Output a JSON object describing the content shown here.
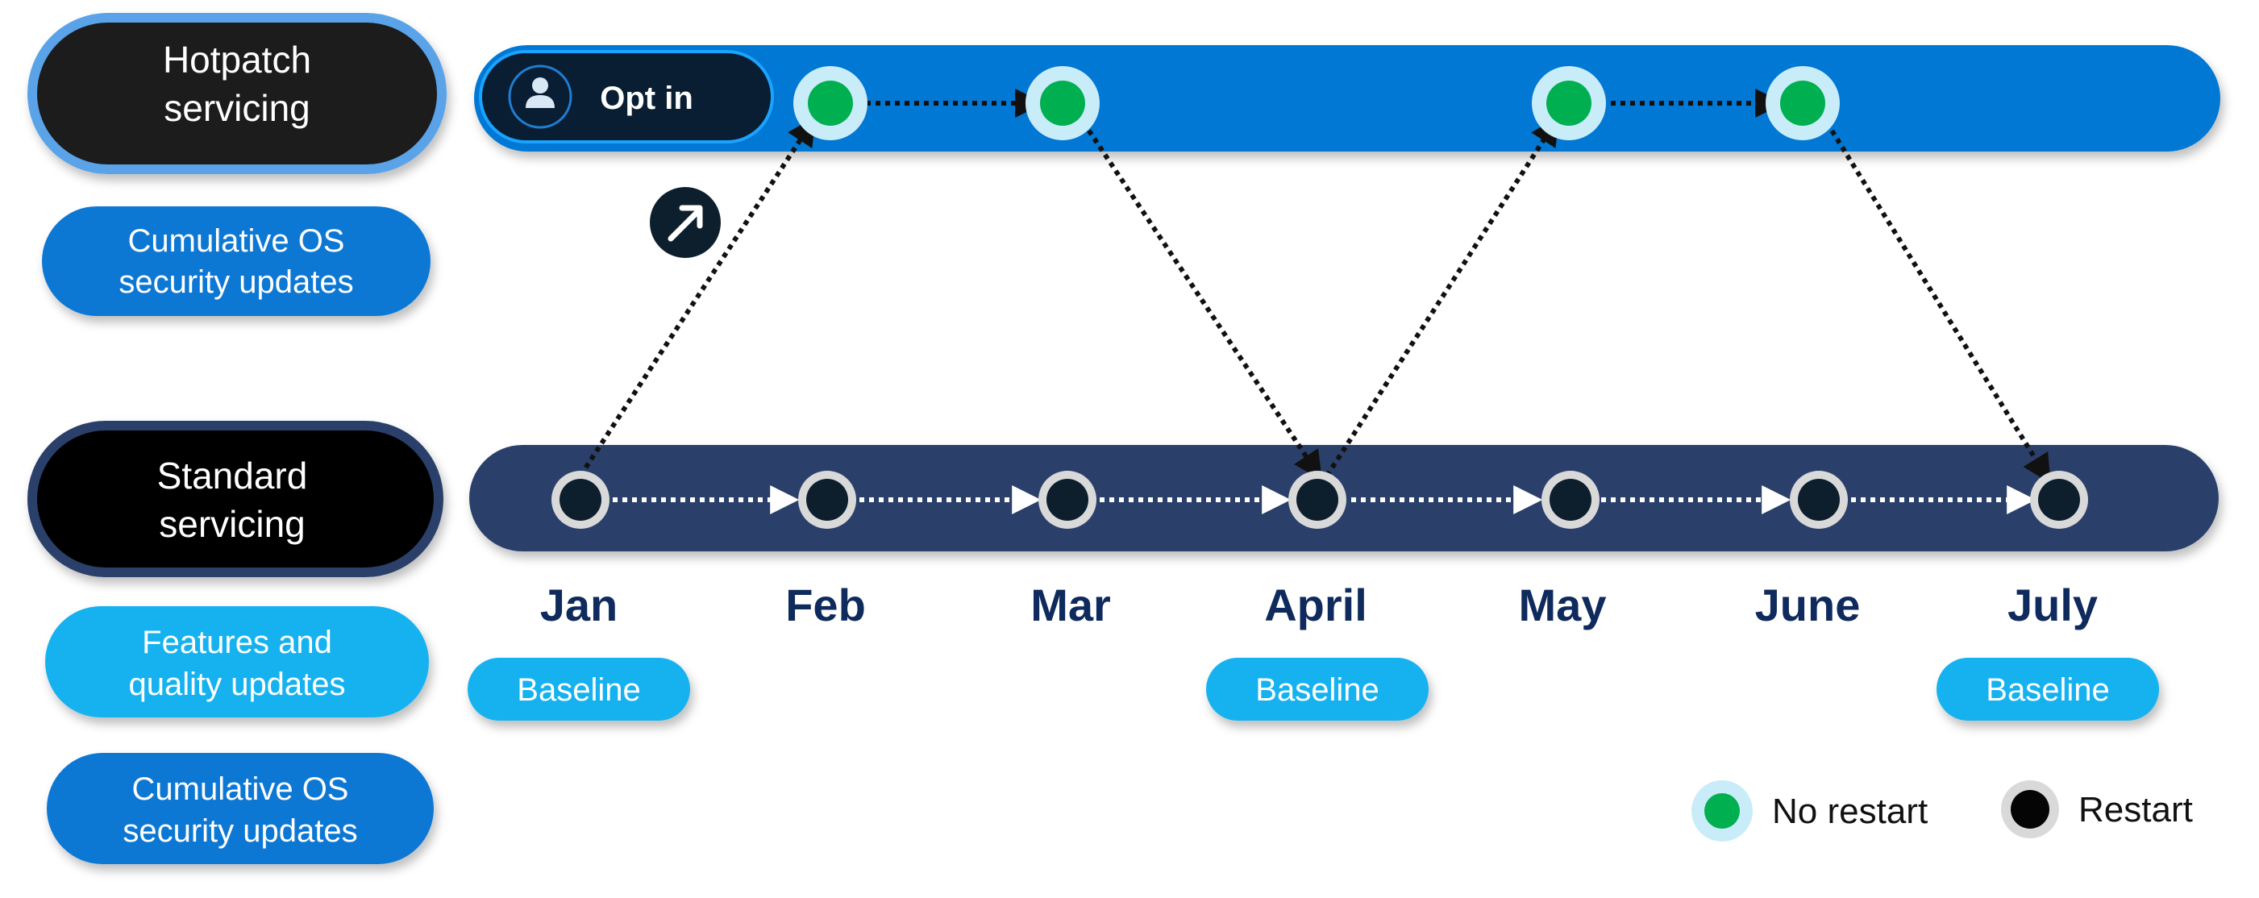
{
  "labels": {
    "hotpatch": {
      "line1": "Hotpatch",
      "line2": "servicing"
    },
    "hotpatch_sub": {
      "line1": "Cumulative OS",
      "line2": "security updates"
    },
    "standard": {
      "line1": "Standard",
      "line2": "servicing"
    },
    "standard_features": {
      "line1": "Features and",
      "line2": "quality updates"
    },
    "standard_security": {
      "line1": "Cumulative OS",
      "line2": "security updates"
    }
  },
  "opt_in": {
    "label": "Opt in",
    "icon": "person-icon"
  },
  "transition_icon": "arrow-up-right-icon",
  "months": [
    "Jan",
    "Feb",
    "Mar",
    "April",
    "May",
    "June",
    "July"
  ],
  "baselines": [
    {
      "month": "Jan",
      "label": "Baseline"
    },
    {
      "month": "April",
      "label": "Baseline"
    },
    {
      "month": "July",
      "label": "Baseline"
    }
  ],
  "hotpatch_months": [
    "Feb",
    "Mar",
    "May",
    "June"
  ],
  "legend": {
    "no_restart": "No restart",
    "restart": "Restart"
  },
  "colors": {
    "hotpatch_lane": "#0078d4",
    "standard_lane": "#2b3f6a",
    "no_restart_fill": "#00b050",
    "no_restart_halo": "#c9ecf9",
    "restart_fill": "#0d1f2d",
    "restart_ring": "#d9d9d9",
    "month_text": "#0f2a5c",
    "features_pill": "#12b2ef",
    "security_pill": "#0a78d4",
    "hotpatch_label_bg": "#1a1a1a",
    "standard_label_bg": "#050505"
  }
}
